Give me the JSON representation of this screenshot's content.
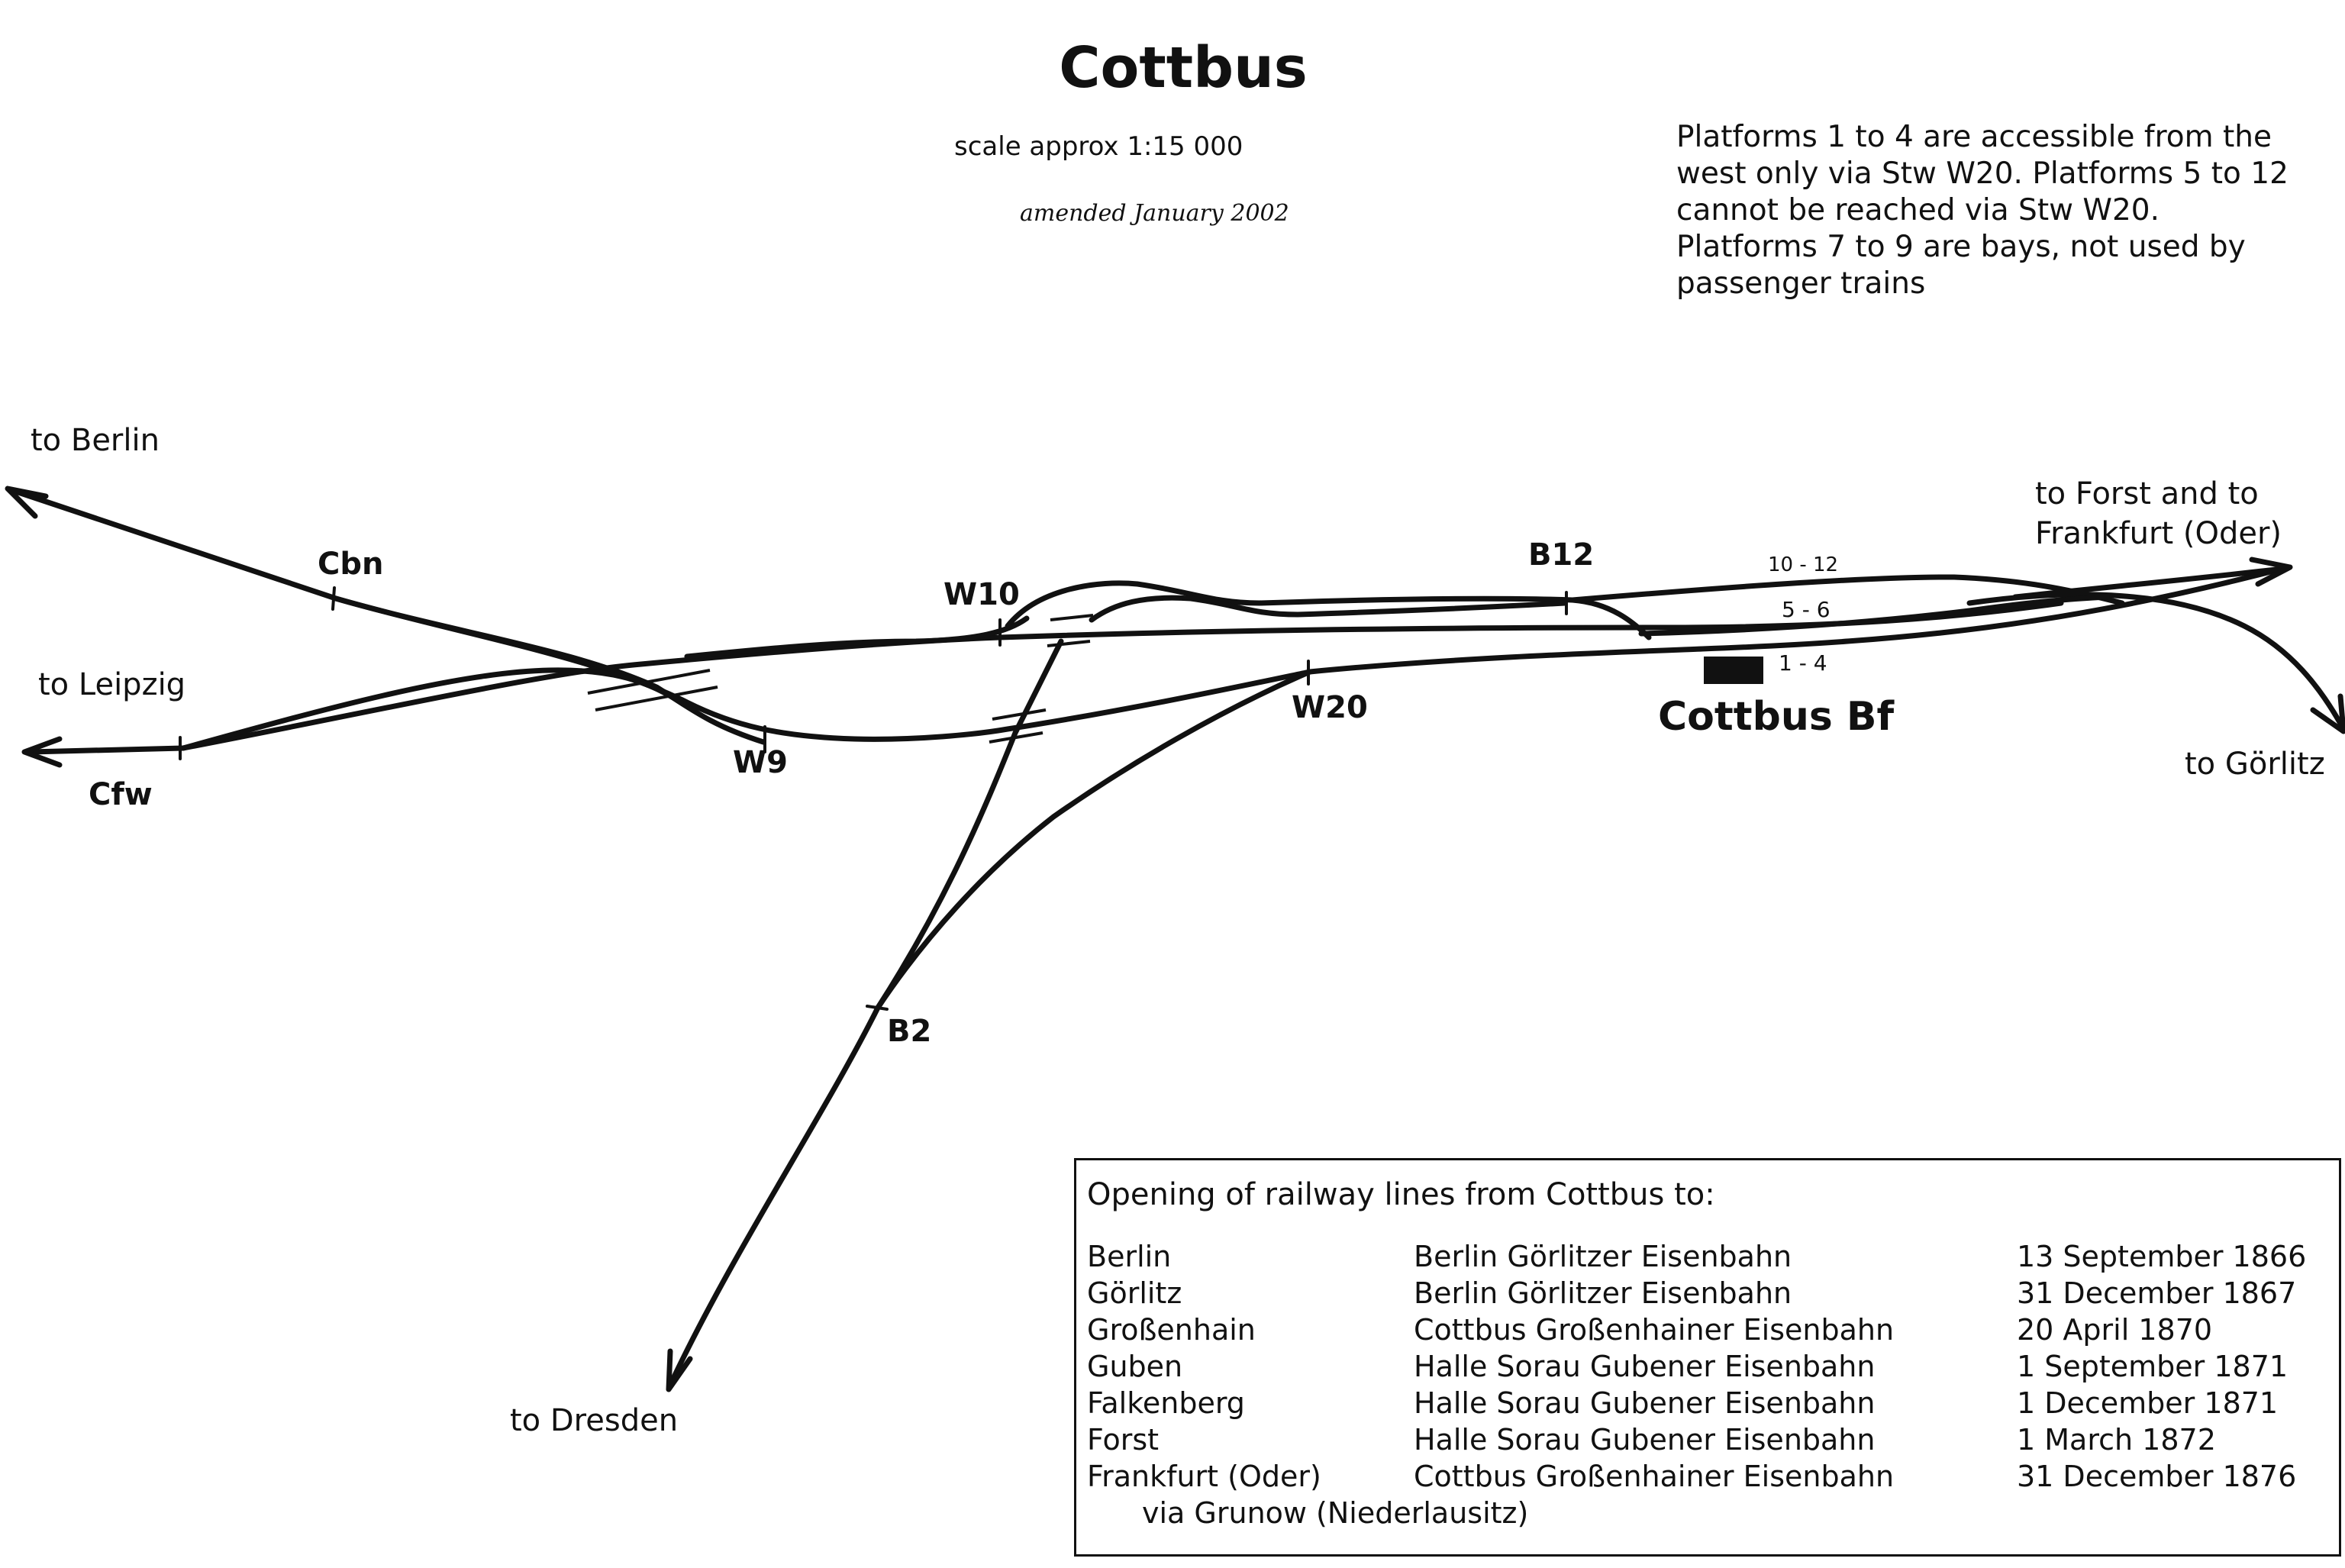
{
  "title": "Cottbus",
  "scale": "scale approx 1:15 000",
  "amended": "amended   January 2002",
  "note": "Platforms 1 to 4 are accessible from the west only via Stw W20.  Platforms 5 to 12 cannot be reached via Stw W20. Platforms 7 to 9 are bays, not used by passenger trains",
  "destinations": {
    "berlin": "to Berlin",
    "leipzig": "to Leipzig",
    "forst_line1": "to Forst and to",
    "forst_line2": "Frankfurt (Oder)",
    "goerlitz": "to Görlitz",
    "dresden": "to Dresden"
  },
  "signal_boxes": {
    "cbn": "Cbn",
    "cfw": "Cfw",
    "w10": "W10",
    "w9": "W9",
    "w20": "W20",
    "b12": "B12",
    "b2": "B2"
  },
  "platforms": {
    "p10_12": "10 - 12",
    "p5_6": "5 - 6",
    "p1_4": "1 - 4"
  },
  "station": "Cottbus Bf",
  "openings": {
    "title": "Opening of railway lines from Cottbus to:",
    "rows": [
      {
        "destination": "Berlin",
        "company": "Berlin Görlitzer Eisenbahn",
        "date": "13 September 1866"
      },
      {
        "destination": "Görlitz",
        "company": "Berlin Görlitzer Eisenbahn",
        "date": "31 December 1867"
      },
      {
        "destination": "Großenhain",
        "company": "Cottbus Großenhainer Eisenbahn",
        "date": "20 April 1870"
      },
      {
        "destination": "Guben",
        "company": "Halle Sorau Gubener Eisenbahn",
        "date": "1 September 1871"
      },
      {
        "destination": "Falkenberg",
        "company": "Halle Sorau Gubener Eisenbahn",
        "date": "1 December 1871"
      },
      {
        "destination": "Forst",
        "company": "Halle Sorau Gubener Eisenbahn",
        "date": "1 March 1872"
      },
      {
        "destination": "Frankfurt (Oder)",
        "company": "Cottbus Großenhainer Eisenbahn",
        "date": "31 December 1876"
      }
    ],
    "via_note": "via Grunow (Niederlausitz)"
  }
}
